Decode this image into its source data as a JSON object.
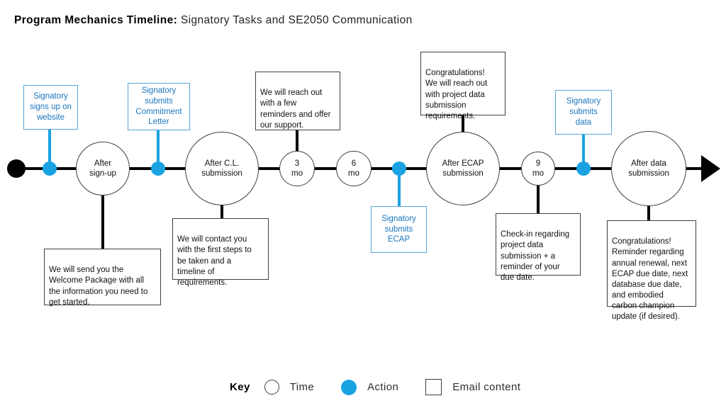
{
  "title": {
    "lead": "Program Mechanics Timeline:",
    "rest": " Signatory Tasks and SE2050 Communication"
  },
  "colors": {
    "action_blue": "#1BA2E3",
    "task_border_blue": "#56A5DA",
    "task_text_blue": "#1B76BE",
    "outline_dark": "#3F3F3F",
    "timeline_black": "#000000"
  },
  "nodes": {
    "after_signup": {
      "label": "After\nsign-up"
    },
    "after_cl": {
      "label": "After C.L.\nsubmission"
    },
    "mo3": {
      "label": "3\nmo"
    },
    "mo6": {
      "label": "6\nmo"
    },
    "after_ecap": {
      "label": "After ECAP\nsubmission"
    },
    "mo9": {
      "label": "9\nmo"
    },
    "after_data": {
      "label": "After data\nsubmission"
    }
  },
  "tasks": {
    "signup": {
      "label": "Signatory\nsigns up on\nwebsite"
    },
    "commitment": {
      "label": "Signatory\nsubmits\nCommitment\nLetter"
    },
    "ecap": {
      "label": "Signatory\nsubmits\nECAP"
    },
    "data": {
      "label": "Signatory\nsubmits\ndata"
    }
  },
  "emails": {
    "reminders": {
      "text": "We will reach out\nwith a few\nreminders and offer\nour support."
    },
    "ecap_congrats": {
      "text": "Congratulations!\nWe will reach out\nwith project data\nsubmission\nrequirements."
    },
    "welcome": {
      "text": "We will send you the\nWelcome Package with all\nthe information you need to\nget started."
    },
    "first_steps": {
      "text": "We will contact you\nwith the first steps to\nbe taken and a\ntimeline of\nrequirements."
    },
    "checkin": {
      "text": "Check-in regarding\nproject data\nsubmission + a\nreminder of your\ndue date."
    },
    "final_congrats": {
      "text": "Congratulations!\nReminder regarding\nannual renewal, next\nECAP due date, next\ndatabase due date,\nand embodied\ncarbon champion\nupdate (if desired)."
    }
  },
  "key": {
    "label": "Key",
    "time": "Time",
    "action": "Action",
    "email": "Email content"
  }
}
